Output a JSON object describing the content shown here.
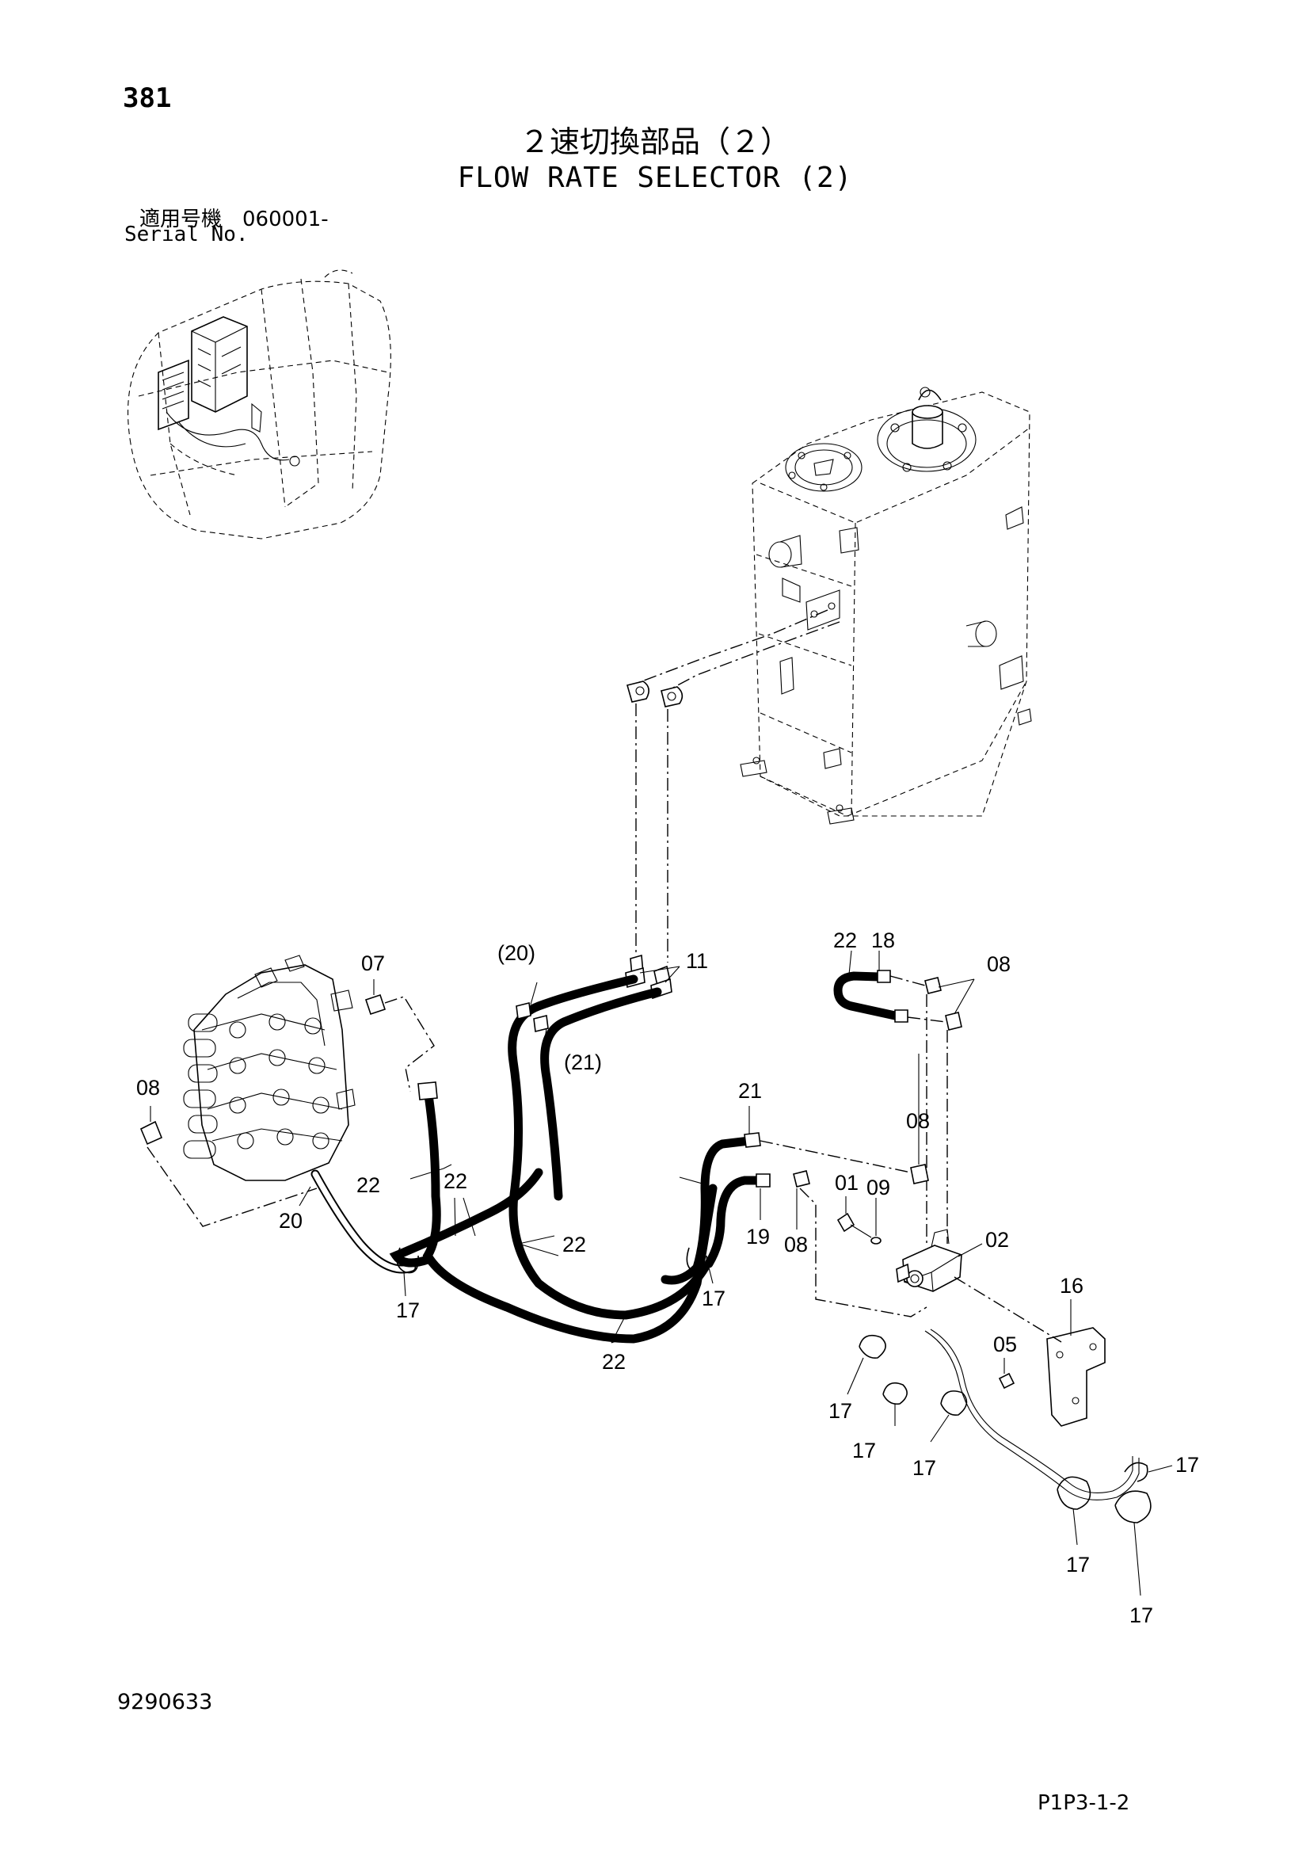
{
  "page_number": "381",
  "title_jp": "２速切換部品（２）",
  "title_en": "FLOW RATE SELECTOR (2)",
  "serial_jp": "適用号機　060001-",
  "serial_en": "Serial No.",
  "doc_number": "9290633",
  "page_code": "P1P3-1-2",
  "callouts": {
    "c07": "07",
    "c08a": "08",
    "c20": "20",
    "c22a": "22",
    "c22b": "22",
    "c17a": "17",
    "c20p": "(20)",
    "c21p": "(21)",
    "c11": "11",
    "c22c": "22",
    "c22d": "22",
    "c22e": "22",
    "c18": "18",
    "c08b": "08",
    "c21": "21",
    "c08c": "08",
    "c01": "01",
    "c09": "09",
    "c19": "19",
    "c08d": "08",
    "c02": "02",
    "c17b": "17",
    "c16": "16",
    "c05": "05",
    "c17c": "17",
    "c17d": "17",
    "c17e": "17",
    "c17f": "17",
    "c17g": "17",
    "c17h": "17"
  }
}
